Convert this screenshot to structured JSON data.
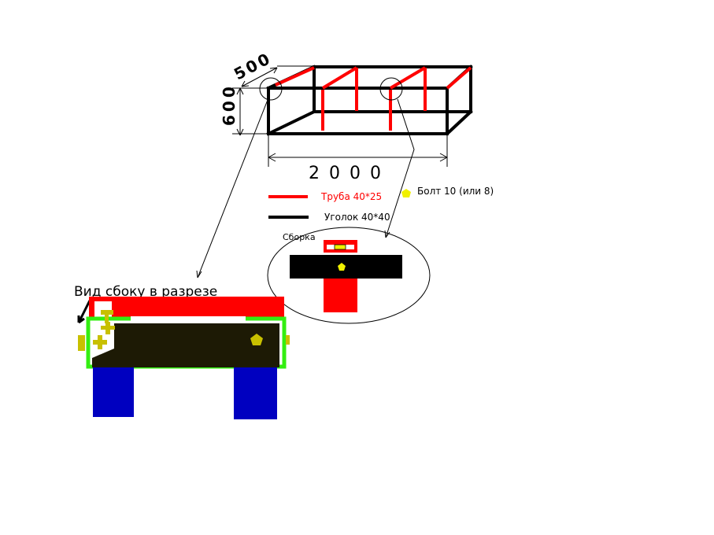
{
  "dimensions": {
    "depth": "500",
    "height": "600",
    "length": "2000"
  },
  "legend": {
    "pipe": {
      "label": "Труба 40*25",
      "color": "#ff0000"
    },
    "angle": {
      "label": "Уголок 40*40",
      "color": "#000000"
    },
    "bolt": {
      "label": "Болт 10 (или 8)",
      "color": "#f0f000"
    }
  },
  "assembly": {
    "label": "Сборка"
  },
  "side_view": {
    "label": "Вид сбоку в разрезе",
    "leg_color": "#0000c0",
    "frame_color": "#33ee11",
    "body_color": "#1d1a05"
  }
}
